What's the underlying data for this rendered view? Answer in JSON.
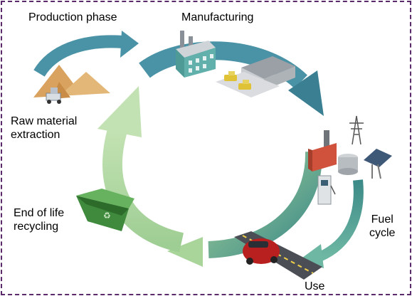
{
  "labels": {
    "production_phase": "Production phase",
    "manufacturing": "Manufacturing",
    "raw_material": "Raw material\nextraction",
    "end_of_life": "End of life\nrecycling",
    "fuel_cycle": "Fuel\ncycle",
    "use": "Use"
  },
  "colors": {
    "arrow_teal": "#4a93a6",
    "arrow_teal_dark": "#3b7f93",
    "arrow_green": "#a8d49a",
    "arrow_green_dark": "#5e9e8c",
    "frame": "#5a2a6a"
  },
  "icons": [
    "sand-pile-icon",
    "factory-icon",
    "warehouse-icon",
    "power-plant-icon",
    "transmission-tower-icon",
    "solar-panel-icon",
    "fuel-pump-icon",
    "car-on-road-icon",
    "recycling-bin-icon"
  ]
}
